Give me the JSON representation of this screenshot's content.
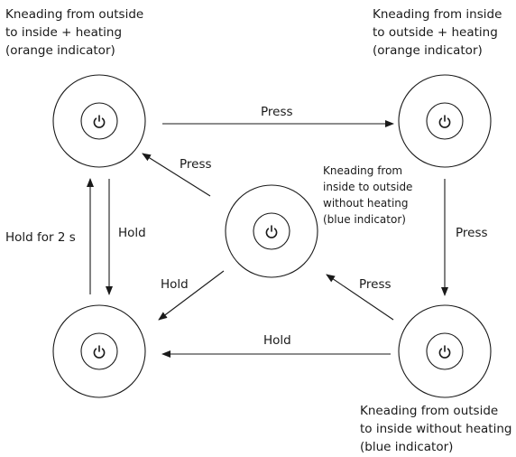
{
  "colors": {
    "line": "#1a1a1a",
    "background": "#ffffff"
  },
  "icon": "power-icon",
  "modes": {
    "top_left": {
      "lines": [
        "Kneading from outside",
        "to inside + heating",
        "(orange indicator)"
      ]
    },
    "top_right": {
      "lines": [
        "Kneading from inside",
        "to outside + heating",
        "(orange indicator)"
      ]
    },
    "center": {
      "lines": [
        "Kneading from",
        "inside to outside",
        "without heating",
        "(blue indicator)"
      ]
    },
    "bottom_right": {
      "lines": [
        "Kneading from outside",
        "to inside without heating",
        "(blue indicator)"
      ]
    },
    "bottom_left": {
      "lines": []
    }
  },
  "transitions": {
    "top_press": "Press",
    "center_to_top_left": "Press",
    "right_press": "Press",
    "bottom_right_to_center": "Press",
    "bottom_hold": "Hold",
    "center_to_bottom_left": "Hold",
    "left_down_hold": "Hold",
    "left_up_hold_2s": "Hold for 2 s"
  }
}
